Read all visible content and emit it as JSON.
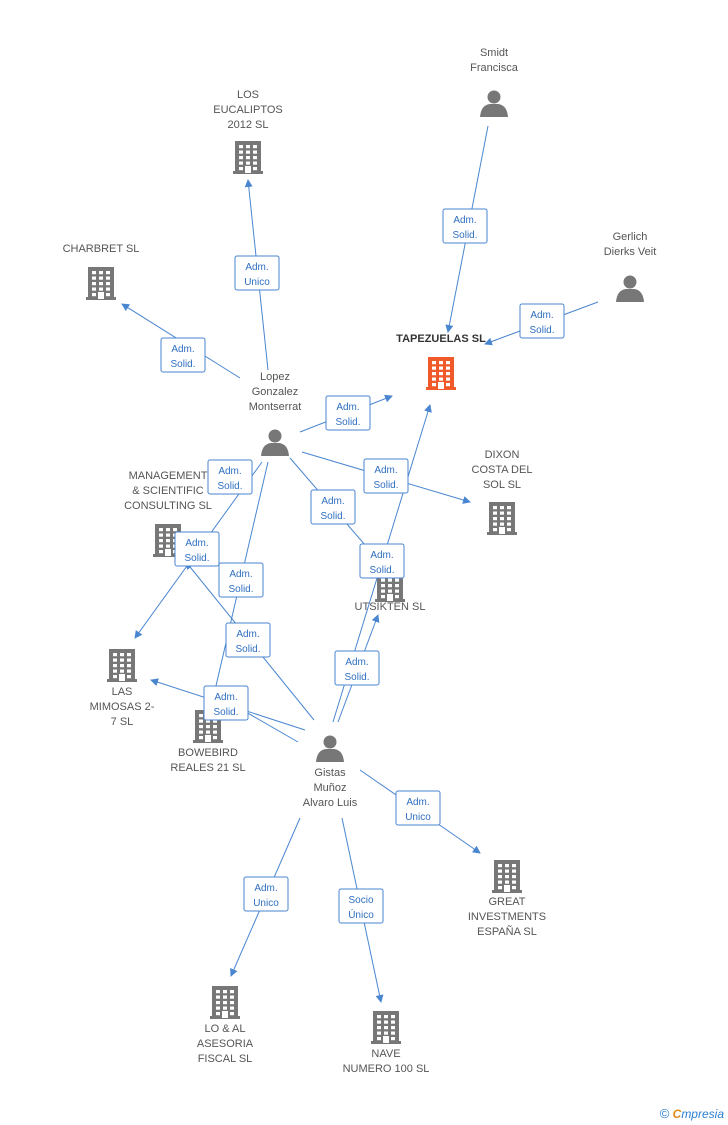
{
  "colors": {
    "node": "#777777",
    "main_node": "#f05a2a",
    "edge": "#4a86d0"
  },
  "nodes": [
    {
      "id": "smidt",
      "type": "person",
      "label": [
        "Smidt",
        "Francisca"
      ]
    },
    {
      "id": "eucaliptos",
      "type": "company",
      "label": [
        "LOS",
        "EUCALIPTOS",
        "2012 SL"
      ]
    },
    {
      "id": "gerlich",
      "type": "person",
      "label": [
        "Gerlich",
        "Dierks Veit"
      ]
    },
    {
      "id": "charbret",
      "type": "company",
      "label": [
        "CHARBRET SL"
      ]
    },
    {
      "id": "tapezuelas",
      "type": "company",
      "main": true,
      "label": [
        "TAPEZUELAS SL"
      ]
    },
    {
      "id": "lopez",
      "type": "person",
      "label": [
        "Lopez",
        "Gonzalez",
        "Montserrat"
      ]
    },
    {
      "id": "management",
      "type": "company",
      "label": [
        "MANAGEMENT",
        "& SCIENTIFIC",
        "CONSULTING SL"
      ]
    },
    {
      "id": "dixon",
      "type": "company",
      "label": [
        "DIXON",
        "COSTA DEL",
        "SOL SL"
      ]
    },
    {
      "id": "utsikten",
      "type": "company",
      "label": [
        "UTSIKTEN SL"
      ]
    },
    {
      "id": "mimosas",
      "type": "company",
      "label": [
        "LAS",
        "MIMOSAS 2-",
        "7 SL"
      ]
    },
    {
      "id": "bowebird",
      "type": "company",
      "label": [
        "BOWEBIRD",
        "REALES 21  SL"
      ]
    },
    {
      "id": "gistas",
      "type": "person",
      "label": [
        "Gistas",
        "Muñoz",
        "Alvaro Luis"
      ]
    },
    {
      "id": "great",
      "type": "company",
      "label": [
        "GREAT",
        "INVESTMENTS",
        "ESPAÑA SL"
      ]
    },
    {
      "id": "loal",
      "type": "company",
      "label": [
        "LO & AL",
        "ASESORIA",
        "FISCAL SL"
      ]
    },
    {
      "id": "nave",
      "type": "company",
      "label": [
        "NAVE",
        "NUMERO 100 SL"
      ]
    }
  ],
  "edges": [
    {
      "from": "smidt",
      "to": "tapezuelas",
      "label": [
        "Adm.",
        "Solid."
      ]
    },
    {
      "from": "gerlich",
      "to": "tapezuelas",
      "label": [
        "Adm.",
        "Solid."
      ]
    },
    {
      "from": "lopez",
      "to": "eucaliptos",
      "label": [
        "Adm.",
        "Unico"
      ]
    },
    {
      "from": "lopez",
      "to": "charbret",
      "label": [
        "Adm.",
        "Solid."
      ]
    },
    {
      "from": "lopez",
      "to": "tapezuelas",
      "label": [
        "Adm.",
        "Solid."
      ]
    },
    {
      "from": "lopez",
      "to": "dixon",
      "label": [
        "Adm.",
        "Solid."
      ]
    },
    {
      "from": "lopez",
      "to": "mimosas",
      "label": [
        "Adm.",
        "Solid."
      ]
    },
    {
      "from": "lopez",
      "to": "utsikten",
      "label": [
        "Adm.",
        "Solid."
      ]
    },
    {
      "from": "lopez",
      "to": "bowebird",
      "label": [
        "Adm.",
        "Solid."
      ]
    },
    {
      "from": "gistas",
      "to": "tapezuelas",
      "label": [
        "Adm.",
        "Solid."
      ]
    },
    {
      "from": "gistas",
      "to": "management",
      "label": [
        "Adm.",
        "Solid."
      ]
    },
    {
      "from": "gistas",
      "to": "mimosas",
      "label": [
        "Adm.",
        "Solid."
      ]
    },
    {
      "from": "gistas",
      "to": "bowebird",
      "label": [
        "Adm.",
        "Solid."
      ]
    },
    {
      "from": "gistas",
      "to": "utsikten",
      "label": [
        "Adm.",
        "Solid."
      ]
    },
    {
      "from": "gistas",
      "to": "great",
      "label": [
        "Adm.",
        "Unico"
      ]
    },
    {
      "from": "gistas",
      "to": "loal",
      "label": [
        "Adm.",
        "Unico"
      ]
    },
    {
      "from": "gistas",
      "to": "nave",
      "label": [
        "Socio",
        "Único"
      ]
    }
  ],
  "watermark": {
    "copyright": "©",
    "brand_first": "C",
    "brand_rest": "mpresia"
  }
}
